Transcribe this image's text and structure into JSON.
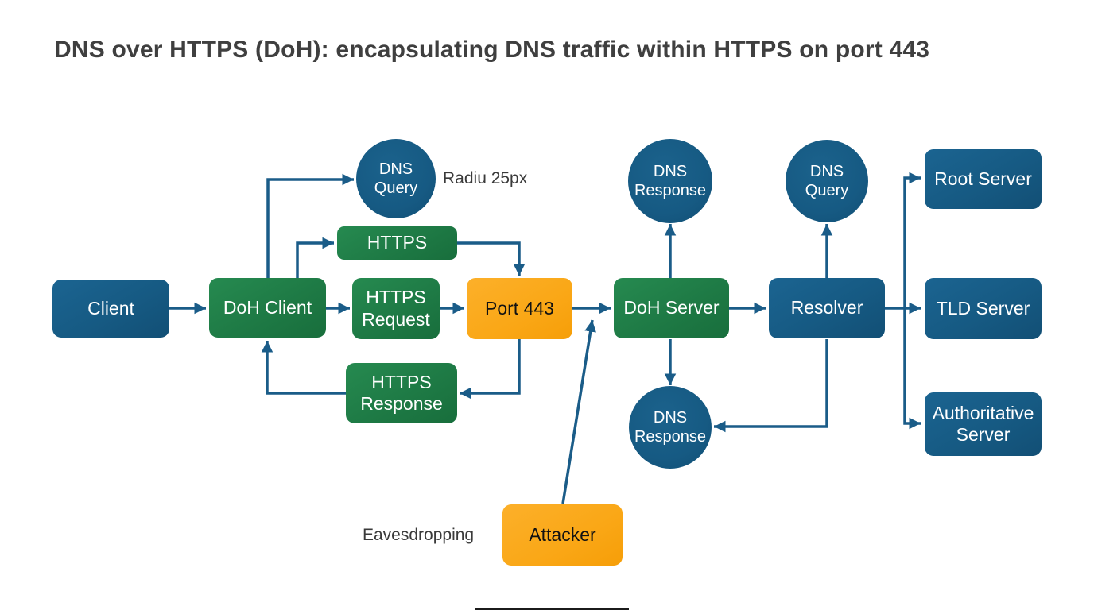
{
  "title": "DNS over HTTPS (DoH): encapsulating DNS traffic within HTTPS on port 443",
  "colors": {
    "blue_node": "#165a83",
    "green_node": "#1e7a45",
    "orange_node": "#faa716",
    "connector": "#1a5c88",
    "title_text": "#3f3f3f",
    "annotation_text": "#3a3a3a",
    "bottom_bar": "#1b1b1b"
  },
  "nodes": {
    "client": {
      "label": "Client"
    },
    "doh_client": {
      "label": "DoH Client"
    },
    "https": {
      "label": "HTTPS"
    },
    "https_request": {
      "label": "HTTPS\nRequest"
    },
    "https_response": {
      "label": "HTTPS\nResponse"
    },
    "port_443": {
      "label": "Port 443"
    },
    "doh_server": {
      "label": "DoH Server"
    },
    "resolver": {
      "label": "Resolver"
    },
    "root_server": {
      "label": "Root Server"
    },
    "tld_server": {
      "label": "TLD Server"
    },
    "authoritative_server": {
      "label": "Authoritative\nServer"
    },
    "attacker": {
      "label": "Attacker"
    },
    "dns_query_client": {
      "label": "DNS\nQuery"
    },
    "dns_response_doh": {
      "label": "DNS\nResponse"
    },
    "dns_query_resolver": {
      "label": "DNS\nQuery"
    },
    "dns_response_resolver": {
      "label": "DNS\nResponse"
    }
  },
  "annotations": {
    "radius_note": "Radiu 25px",
    "eavesdropping": "Eavesdropping"
  }
}
